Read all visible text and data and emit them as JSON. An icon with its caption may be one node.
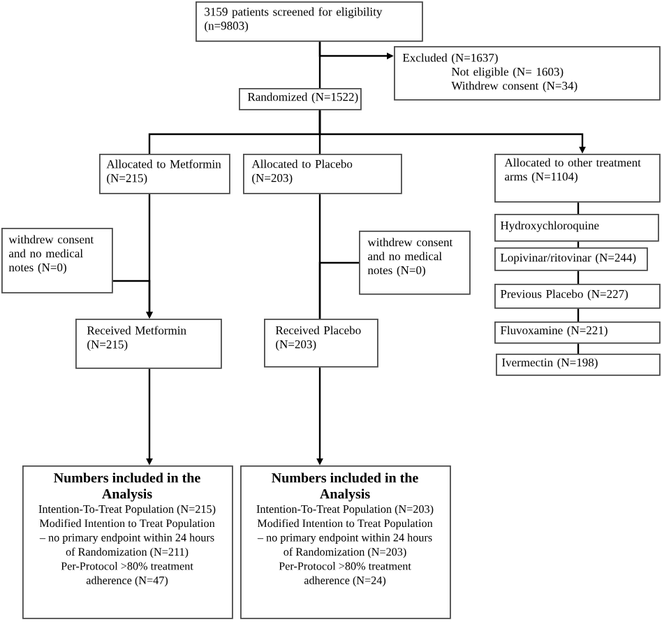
{
  "diagram": {
    "nodes": [
      {
        "text": [
          "3159 patients screened for eligibility (n=9803)"
        ]
      },
      {
        "text": [
          "Excluded (N=1637)",
          "Not eligible (N= 1603)",
          "Withdrew consent (N=34)"
        ]
      },
      {
        "text": [
          "Randomized (N=1522)"
        ]
      },
      {
        "text": [
          "Allocated to Metformin (N=215)"
        ]
      },
      {
        "text": [
          "Allocated to Placebo (N=203)"
        ]
      },
      {
        "text": [
          "Allocated to other treatment arms (N=1104)"
        ]
      },
      {
        "text": [
          "Hydroxychloroquine"
        ]
      },
      {
        "text": [
          "Lopivinar/ritovinar (N=244)"
        ]
      },
      {
        "text": [
          "Previous Placebo (N=227)"
        ]
      },
      {
        "text": [
          "Fluvoxamine (N=221)"
        ]
      },
      {
        "text": [
          "Ivermectin (N=198)"
        ]
      },
      {
        "text": [
          "withdrew consent and no medical notes (N=0)"
        ]
      },
      {
        "text": [
          "withdrew consent and no medical notes (N=0)"
        ]
      },
      {
        "text": [
          "Received Metformin (N=215)"
        ]
      },
      {
        "text": [
          "Received Placebo (N=203)"
        ]
      },
      {
        "text": [
          "Numbers included in the Analysis",
          "Intention-To-Treat Population (N=215)",
          "Modified Intention to Treat Population – no primary endpoint within 24 hours of Randomization (N=211)",
          "Per-Protocol >80% treatment adherence (N=47)"
        ]
      },
      {
        "text": [
          "Numbers included in the Analysis",
          "Intention-To-Treat Population (N=203)",
          "Modified Intention to Treat Population – no primary endpoint within 24 hours of Randomization (N=203)",
          "Per-Protocol >80% treatment adherence (N=24)"
        ]
      }
    ],
    "edges": [
      {
        "from": 0,
        "to": 1,
        "arrow": "to"
      },
      {
        "from": 0,
        "to": 2,
        "arrow": "none"
      },
      {
        "from": 2,
        "to": 3,
        "arrow": "none"
      },
      {
        "from": 2,
        "to": 4,
        "arrow": "none"
      },
      {
        "from": 2,
        "to": 5,
        "arrow": "to"
      },
      {
        "from": 5,
        "to": 6,
        "arrow": "none"
      },
      {
        "from": 6,
        "to": 7,
        "arrow": "none"
      },
      {
        "from": 7,
        "to": 8,
        "arrow": "none"
      },
      {
        "from": 8,
        "to": 9,
        "arrow": "none"
      },
      {
        "from": 9,
        "to": 10,
        "arrow": "none"
      },
      {
        "from": 3,
        "to": 13,
        "arrow": "to"
      },
      {
        "from": 11,
        "to": 13,
        "arrow": "to"
      },
      {
        "from": 4,
        "to": 14,
        "arrow": "none"
      },
      {
        "from": 12,
        "to": 14,
        "arrow": "none"
      },
      {
        "from": 13,
        "to": 15,
        "arrow": "to"
      },
      {
        "from": 14,
        "to": 16,
        "arrow": "to"
      }
    ]
  }
}
